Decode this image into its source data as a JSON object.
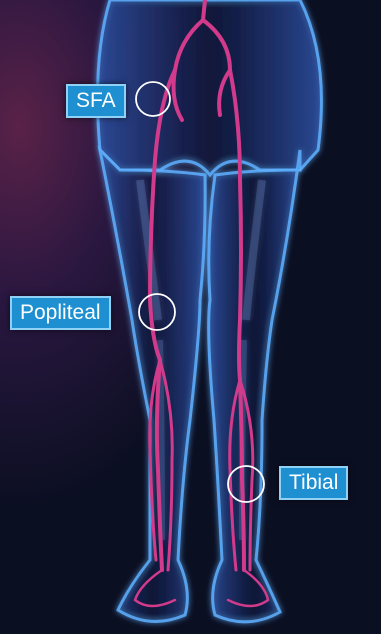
{
  "labels": {
    "sfa": "SFA",
    "popliteal": "Popliteal",
    "tibial": "Tibial"
  },
  "colors": {
    "label_background": "#1e8fd0",
    "label_border": "#8fd2f5",
    "artery": "#d23a8c",
    "body_outline": "#5fb0ff",
    "marker_circle": "#ffffff"
  }
}
